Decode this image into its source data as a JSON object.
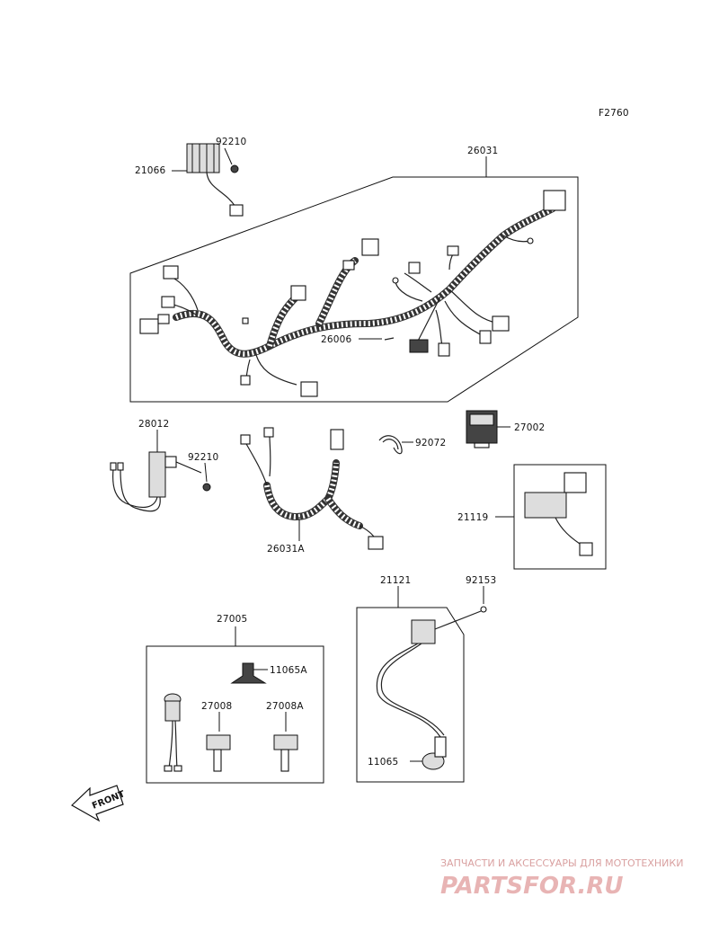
{
  "figure_code": "F2760",
  "parts": [
    {
      "number": "21066"
    },
    {
      "number": "92210"
    },
    {
      "number": "26031"
    },
    {
      "number": "26006"
    },
    {
      "number": "28012"
    },
    {
      "number": "92210"
    },
    {
      "number": "26031A"
    },
    {
      "number": "92072"
    },
    {
      "number": "27002"
    },
    {
      "number": "21119"
    },
    {
      "number": "21121"
    },
    {
      "number": "92153"
    },
    {
      "number": "27005"
    },
    {
      "number": "11065A"
    },
    {
      "number": "27008"
    },
    {
      "number": "27008A"
    },
    {
      "number": "11065"
    }
  ],
  "front_arrow": {
    "text": "FRONT"
  },
  "watermark": {
    "caption": "ЗАПЧАСТИ И АКСЕССУАРЫ ДЛЯ МОТОТЕХНИКИ",
    "brand": "PARTSFOR.RU"
  }
}
